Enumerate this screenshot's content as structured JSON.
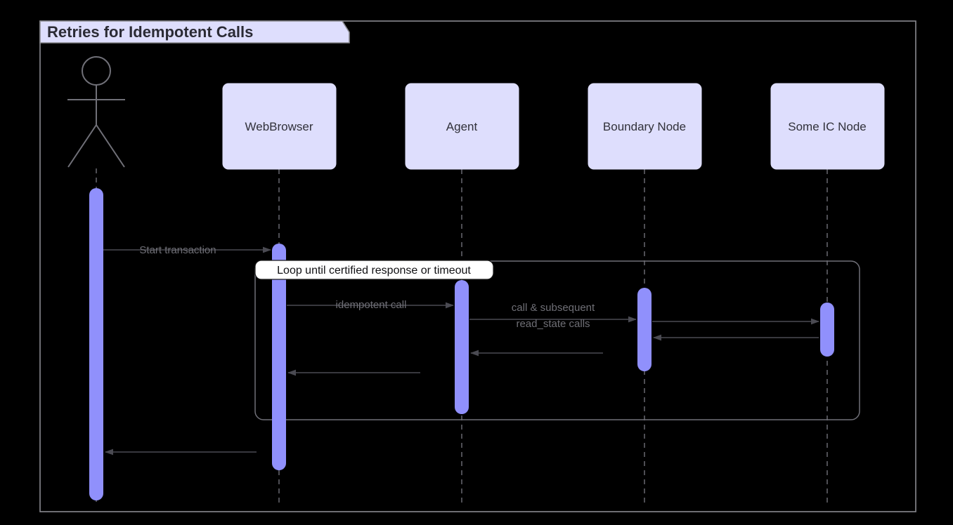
{
  "diagram": {
    "type": "uml-sequence-diagram",
    "frame_title": "Retries for Idempotent Calls",
    "background_color": "#000000",
    "participant_fill": "#dedefd",
    "activation_fill": "#9090fc",
    "line_color": "#707078",
    "text_color": "#31313a"
  },
  "actor": {
    "name": "actor",
    "label": ""
  },
  "participants": [
    {
      "id": "webbrowser",
      "label": "WebBrowser"
    },
    {
      "id": "agent",
      "label": "Agent"
    },
    {
      "id": "boundary_node",
      "label": "Boundary Node"
    },
    {
      "id": "ic_node",
      "label": "Some IC Node"
    }
  ],
  "fragment": {
    "kind": "loop",
    "label": "Loop until certified response or timeout"
  },
  "messages": [
    {
      "id": "m1",
      "label": "Start transaction",
      "from": "actor",
      "to": "webbrowser",
      "direction": "right",
      "kind": "call"
    },
    {
      "id": "m2",
      "label": "idempotent call",
      "from": "webbrowser",
      "to": "agent",
      "direction": "right",
      "kind": "call"
    },
    {
      "id": "m3",
      "label": "call & subsequent\nread_state calls",
      "label_line1": "call & subsequent",
      "label_line2": "read_state calls",
      "from": "agent",
      "to": "boundary_node",
      "direction": "right",
      "kind": "call"
    },
    {
      "id": "m4",
      "label": "",
      "from": "boundary_node",
      "to": "ic_node",
      "direction": "right",
      "kind": "call"
    },
    {
      "id": "m5",
      "label": "",
      "from": "ic_node",
      "to": "boundary_node",
      "direction": "left",
      "kind": "return"
    },
    {
      "id": "m6",
      "label": "",
      "from": "boundary_node",
      "to": "agent",
      "direction": "left",
      "kind": "return"
    },
    {
      "id": "m7",
      "label": "",
      "from": "agent",
      "to": "webbrowser",
      "direction": "left",
      "kind": "return"
    },
    {
      "id": "m8",
      "label": "",
      "from": "webbrowser",
      "to": "actor",
      "direction": "left",
      "kind": "return"
    }
  ]
}
